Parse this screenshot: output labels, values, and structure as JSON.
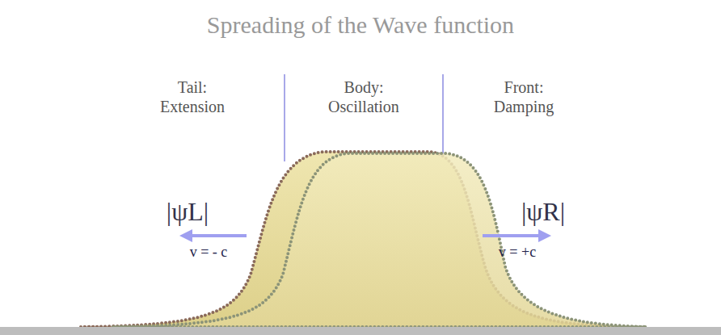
{
  "diagram": {
    "title": "Spreading of the Wave function",
    "labels": [
      "Tail: Extension",
      "Body: Oscillation",
      "Front: Damping",
      "|ψL|",
      "v = - c",
      "|ψR|",
      "v = +c"
    ]
  }
}
